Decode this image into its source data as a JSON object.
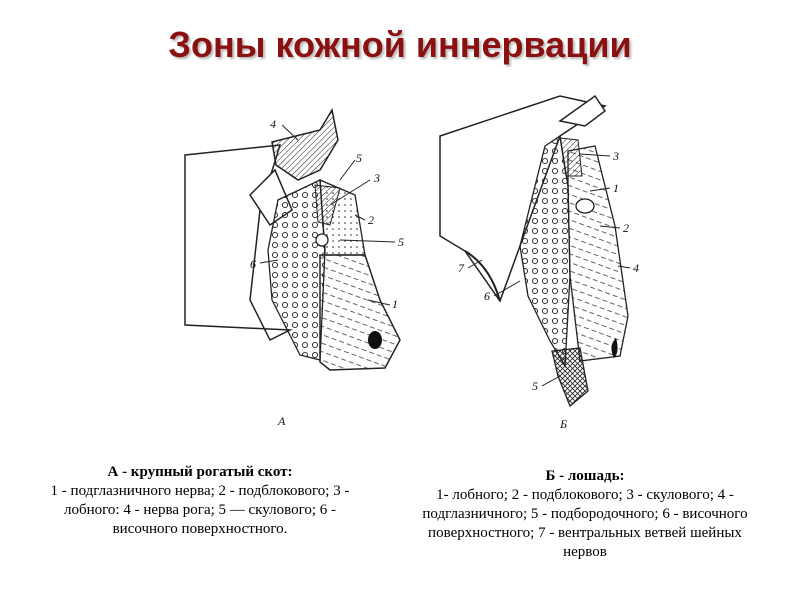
{
  "title": "Зоны кожной иннервации",
  "figure_a": {
    "letter": "А",
    "labels": [
      "4",
      "5",
      "3",
      "2",
      "5",
      "6",
      "1"
    ]
  },
  "figure_b": {
    "letter": "Б",
    "labels": [
      "3",
      "1",
      "2",
      "7",
      "4",
      "6",
      "5"
    ]
  },
  "caption_a": {
    "heading": "А - крупный рогатый скот:",
    "body": "1 - подглазничного нерва; 2 - подблокового; 3 - лобного: 4 - нерва рога; 5 — скулового; 6 - височного поверхностного."
  },
  "caption_b": {
    "heading": "Б - лошадь:",
    "body": "1- лобного; 2 - подблокового; 3 - скулового; 4 - подглазничного; 5 - подбородочного; 6 - височного поверхностного; 7 - вентральных ветвей шейных нервов"
  },
  "colors": {
    "title": "#8b1010"
  }
}
